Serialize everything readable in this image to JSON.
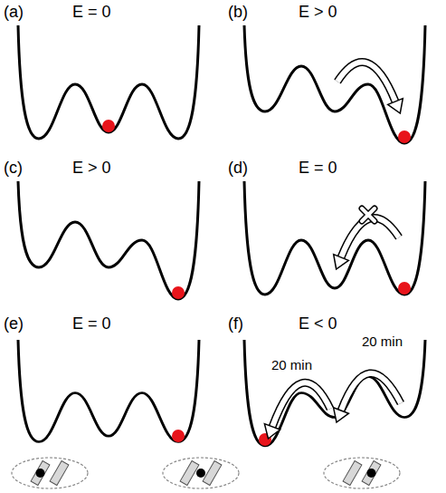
{
  "diagram": {
    "labels": [
      "(a)",
      "E = 0",
      "(b)",
      "E > 0",
      "(c)",
      "E > 0",
      "(d)",
      "E = 0",
      "(e)",
      "E = 0",
      "(f)",
      "E < 0",
      "20 min",
      "20 min"
    ]
  }
}
